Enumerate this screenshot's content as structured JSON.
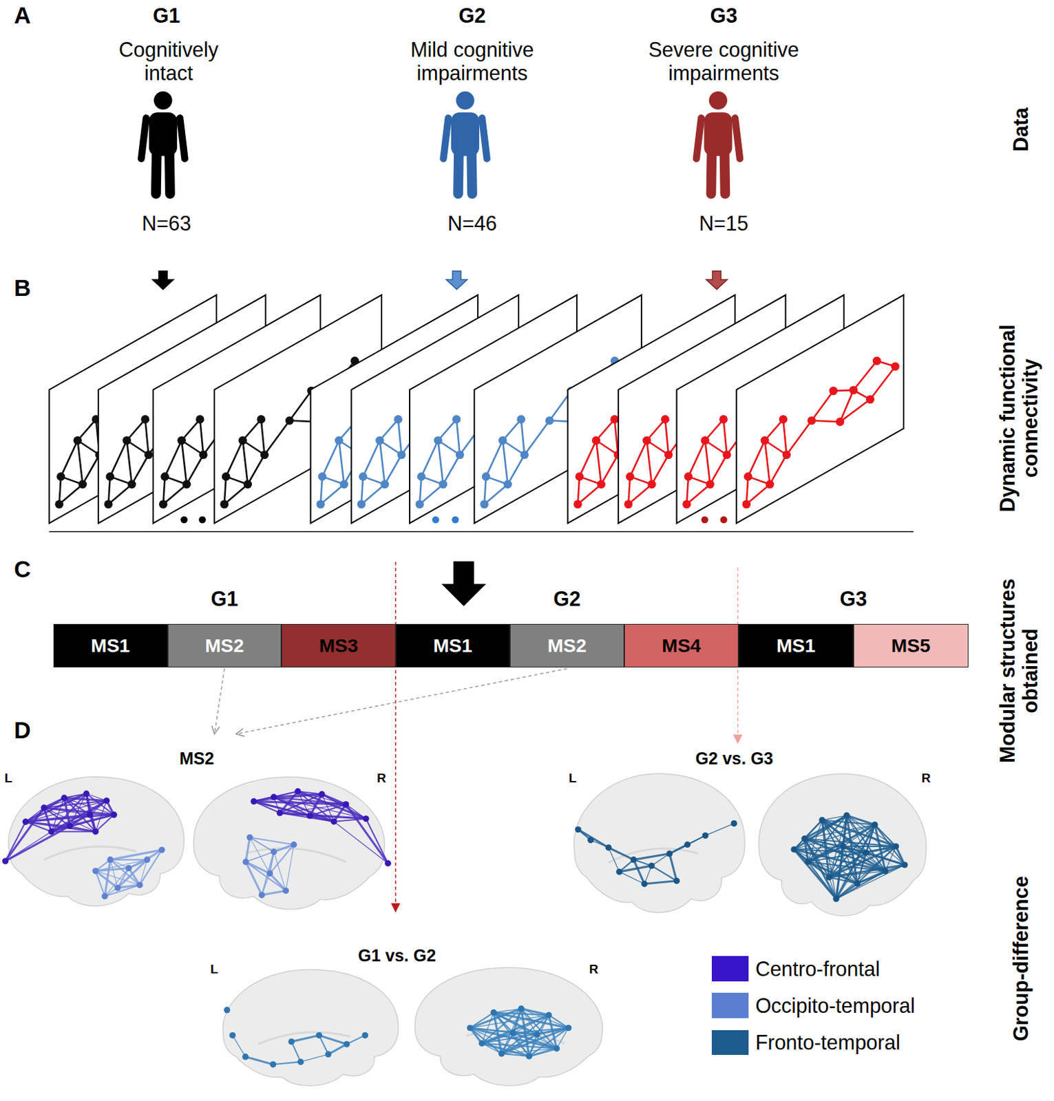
{
  "diagram": {
    "nodes": [
      {
        "text": [
          "G1"
        ]
      },
      {
        "text": [
          "MS1"
        ],
        "in": 0
      },
      {
        "text": [
          "MS2"
        ],
        "in": 0
      },
      {
        "text": [
          "MS3"
        ],
        "in": 0
      },
      {
        "text": [
          "G2"
        ]
      },
      {
        "text": [
          "MS1"
        ],
        "in": 4
      },
      {
        "text": [
          "MS2"
        ],
        "in": 4
      },
      {
        "text": [
          "MS4"
        ],
        "in": 4
      },
      {
        "text": [
          "G3"
        ]
      },
      {
        "text": [
          "MS1"
        ],
        "in": 8
      },
      {
        "text": [
          "MS5"
        ],
        "in": 8
      },
      {
        "text": [
          "MS2",
          "L",
          "R"
        ]
      },
      {
        "text": [
          "G2 vs. G3",
          "L",
          "R"
        ]
      },
      {
        "text": [
          "G1 vs. G2",
          "L",
          "R"
        ]
      }
    ],
    "edges": [
      {
        "from": 2,
        "to": 11,
        "arrow": "to"
      },
      {
        "from": 6,
        "to": 11,
        "arrow": "to"
      }
    ],
    "labels": [
      "A",
      "G1",
      "Cognitively intact",
      "N=63",
      "G2",
      "Mild cognitive impairments",
      "N=46",
      "G3",
      "Severe cognitive impairments",
      "N=15",
      "Data",
      "B",
      "Dynamic functional connectivity",
      "C",
      "Modular structures obtained",
      "D",
      "Group-difference"
    ],
    "legend": [
      {
        "text": "Centro-frontal",
        "color": "#3a14c8"
      },
      {
        "text": "Occipito-temporal",
        "color": "#5b7fd0"
      },
      {
        "text": "Fronto-temporal",
        "color": "#1b5b8e"
      }
    ]
  }
}
